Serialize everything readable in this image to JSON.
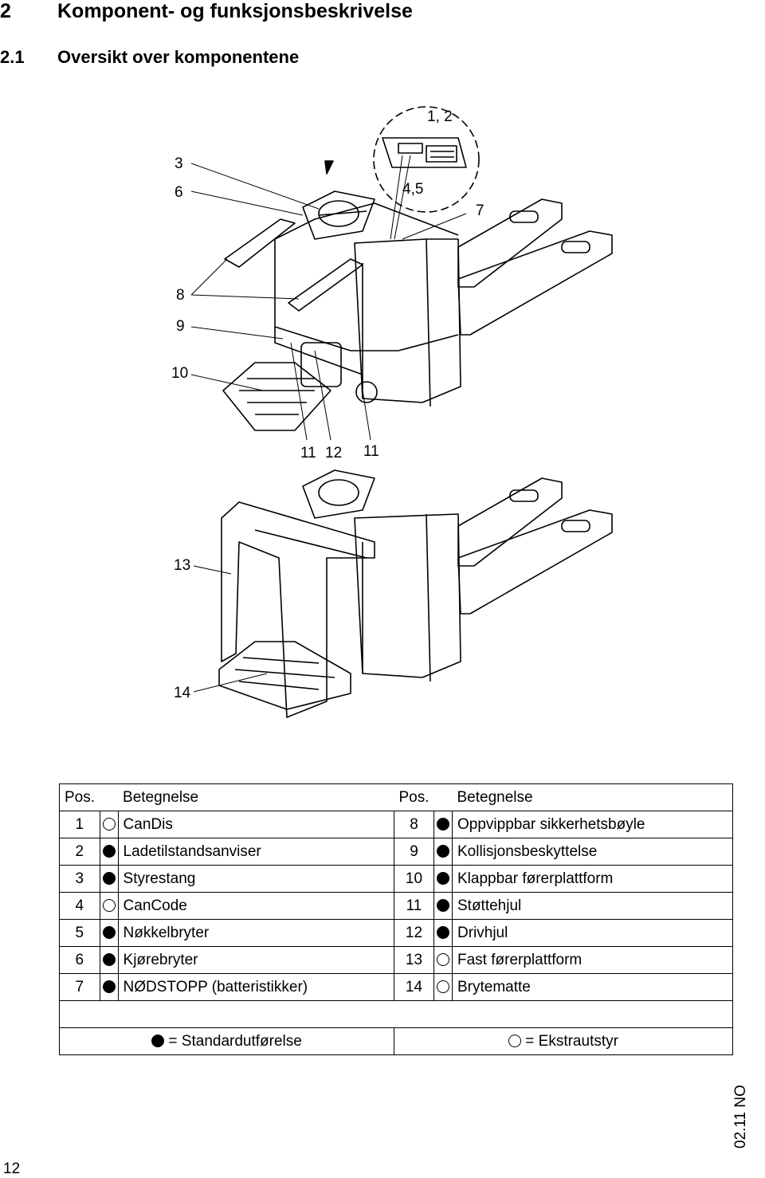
{
  "section": {
    "number": "2",
    "title": "Komponent- og funksjonsbeskrivelse"
  },
  "subsection": {
    "number": "2.1",
    "title": "Oversikt over komponentene"
  },
  "figure1": {
    "callouts": [
      "1, 2",
      "3",
      "6",
      "4,5",
      "7",
      "8",
      "9",
      "10",
      "11",
      "12",
      "11"
    ]
  },
  "figure2": {
    "callouts": [
      "13",
      "14"
    ]
  },
  "table": {
    "header": {
      "pos": "Pos.",
      "desc": "Betegnelse"
    },
    "rows": [
      {
        "left": {
          "pos": "1",
          "mark": "open",
          "desc": "CanDis"
        },
        "right": {
          "pos": "8",
          "mark": "filled",
          "desc": "Oppvippbar sikkerhetsbøyle"
        }
      },
      {
        "left": {
          "pos": "2",
          "mark": "filled",
          "desc": "Ladetilstandsanviser"
        },
        "right": {
          "pos": "9",
          "mark": "filled",
          "desc": "Kollisjonsbeskyttelse"
        }
      },
      {
        "left": {
          "pos": "3",
          "mark": "filled",
          "desc": "Styrestang"
        },
        "right": {
          "pos": "10",
          "mark": "filled",
          "desc": "Klappbar førerplattform"
        }
      },
      {
        "left": {
          "pos": "4",
          "mark": "open",
          "desc": "CanCode"
        },
        "right": {
          "pos": "11",
          "mark": "filled",
          "desc": "Støttehjul"
        }
      },
      {
        "left": {
          "pos": "5",
          "mark": "filled",
          "desc": "Nøkkelbryter"
        },
        "right": {
          "pos": "12",
          "mark": "filled",
          "desc": "Drivhjul"
        }
      },
      {
        "left": {
          "pos": "6",
          "mark": "filled",
          "desc": "Kjørebryter"
        },
        "right": {
          "pos": "13",
          "mark": "open",
          "desc": "Fast førerplattform"
        }
      },
      {
        "left": {
          "pos": "7",
          "mark": "filled",
          "desc": "NØDSTOPP (batteristikker)"
        },
        "right": {
          "pos": "14",
          "mark": "open",
          "desc": "Brytematte"
        }
      }
    ],
    "key": {
      "standard": "= Standardutførelse",
      "extra": "= Ekstrautstyr"
    }
  },
  "footer": {
    "code": "02.11 NO",
    "page": "12"
  }
}
